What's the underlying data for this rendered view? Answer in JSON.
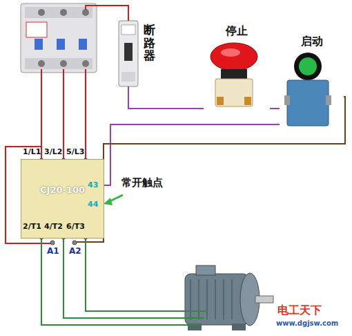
{
  "diagram": {
    "nodes": [
      {
        "text": [
          "断路器"
        ]
      },
      {
        "text": [
          "停止"
        ]
      },
      {
        "text": [
          "启动"
        ]
      },
      {
        "text": [
          "CJ20-100"
        ]
      }
    ],
    "edges": [
      {
        "from": 0,
        "to": 1,
        "arrow": "none"
      },
      {
        "from": 1,
        "to": 2,
        "arrow": "none"
      },
      {
        "from": 2,
        "to": 3,
        "arrow": "none"
      },
      {
        "from": 2,
        "to": 3,
        "arrow": "none"
      }
    ],
    "labels": [
      "1/L1",
      "3/L2",
      "5/L3",
      "2/T1",
      "4/T2",
      "6/T3",
      "A1",
      "A2",
      "43",
      "44",
      "常开触点",
      "电工天下",
      "www.dgjsw.com"
    ]
  }
}
